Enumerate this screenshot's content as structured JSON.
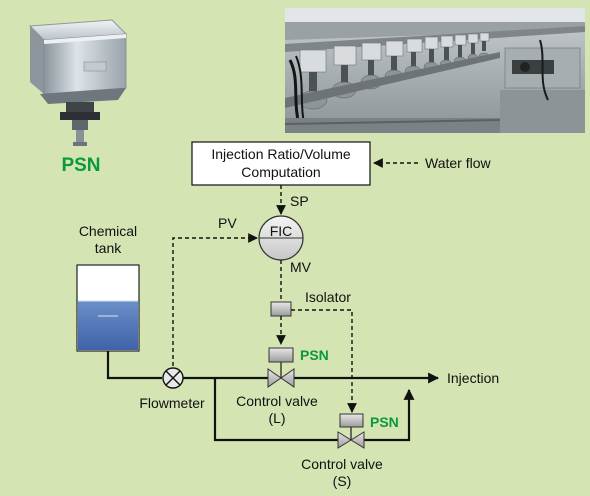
{
  "product": {
    "name": "PSN"
  },
  "computation": {
    "line1": "Injection Ratio/Volume",
    "line2": "Computation"
  },
  "labels": {
    "water_flow": "Water flow",
    "sp": "SP",
    "pv": "PV",
    "fic": "FIC",
    "mv": "MV",
    "chemical_tank_line1": "Chemical",
    "chemical_tank_line2": "tank",
    "isolator": "Isolator",
    "psn_large": "PSN",
    "psn_small": "PSN",
    "injection": "Injection",
    "flowmeter": "Flowmeter",
    "control_valve_l_line1": "Control valve",
    "control_valve_l_line2": "(L)",
    "control_valve_s_line1": "Control valve",
    "control_valve_s_line2": "(S)"
  }
}
